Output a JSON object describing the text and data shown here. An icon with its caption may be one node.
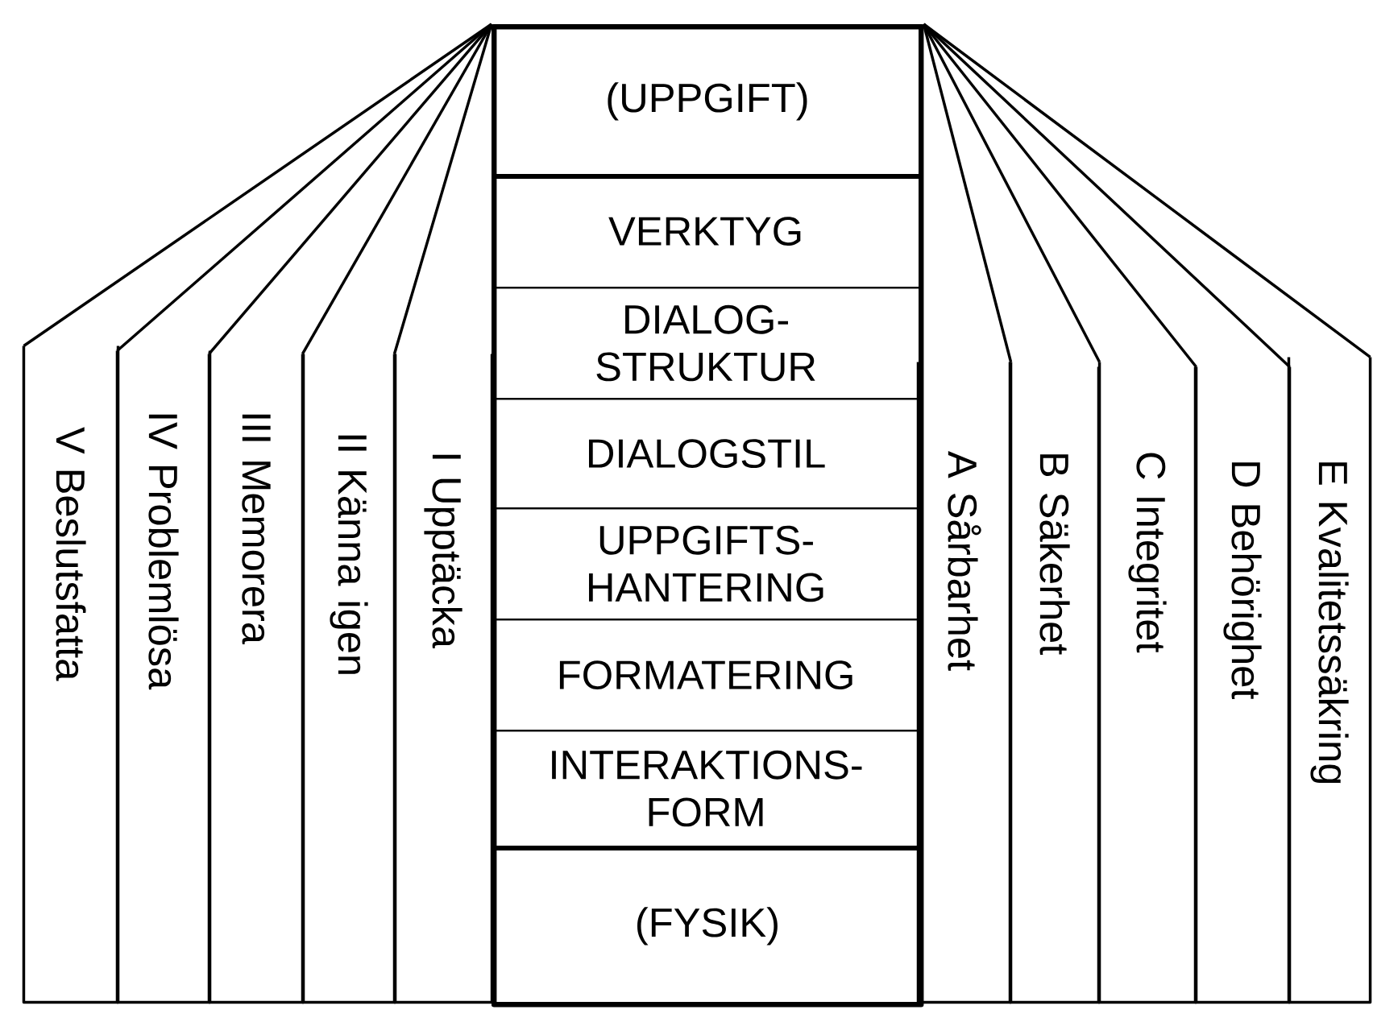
{
  "diagram": {
    "nodes": [
      {
        "text": [],
        "shape": "box"
      },
      {
        "text": [
          "(UPPGIFT)"
        ],
        "in": 0
      },
      {
        "text": [
          "VERKTYG"
        ],
        "in": 0
      },
      {
        "text": [
          "DIALOG- STRUKTUR"
        ],
        "in": 0
      },
      {
        "text": [
          "DIALOGSTIL"
        ],
        "in": 0
      },
      {
        "text": [
          "UPPGIFTS- HANTERING"
        ],
        "in": 0
      },
      {
        "text": [
          "FORMATERING"
        ],
        "in": 0
      },
      {
        "text": [
          "INTERAKTIONS- FORM"
        ],
        "in": 0
      },
      {
        "text": [
          "(FYSIK)"
        ],
        "in": 0
      },
      {
        "text": [
          "V Beslutsfatta"
        ]
      },
      {
        "text": [
          "IV Problemlösa"
        ]
      },
      {
        "text": [
          "III Memorera"
        ]
      },
      {
        "text": [
          "II Känna igen"
        ]
      },
      {
        "text": [
          "I Upptäcka"
        ]
      },
      {
        "text": [
          "A Sårbarhet"
        ]
      },
      {
        "text": [
          "B Säkerhet"
        ]
      },
      {
        "text": [
          "C Integritet"
        ]
      },
      {
        "text": [
          "D Behörighet"
        ]
      },
      {
        "text": [
          "E Kvalitetssäkring"
        ]
      }
    ],
    "edges": [
      {
        "from": 9,
        "to": 0,
        "arrow": "none"
      },
      {
        "from": 10,
        "to": 0,
        "arrow": "none"
      },
      {
        "from": 11,
        "to": 0,
        "arrow": "none"
      },
      {
        "from": 12,
        "to": 0,
        "arrow": "none"
      },
      {
        "from": 13,
        "to": 0,
        "arrow": "none"
      },
      {
        "from": 14,
        "to": 0,
        "arrow": "none"
      },
      {
        "from": 15,
        "to": 0,
        "arrow": "none"
      },
      {
        "from": 16,
        "to": 0,
        "arrow": "none"
      },
      {
        "from": 17,
        "to": 0,
        "arrow": "none"
      },
      {
        "from": 18,
        "to": 0,
        "arrow": "none"
      }
    ]
  }
}
